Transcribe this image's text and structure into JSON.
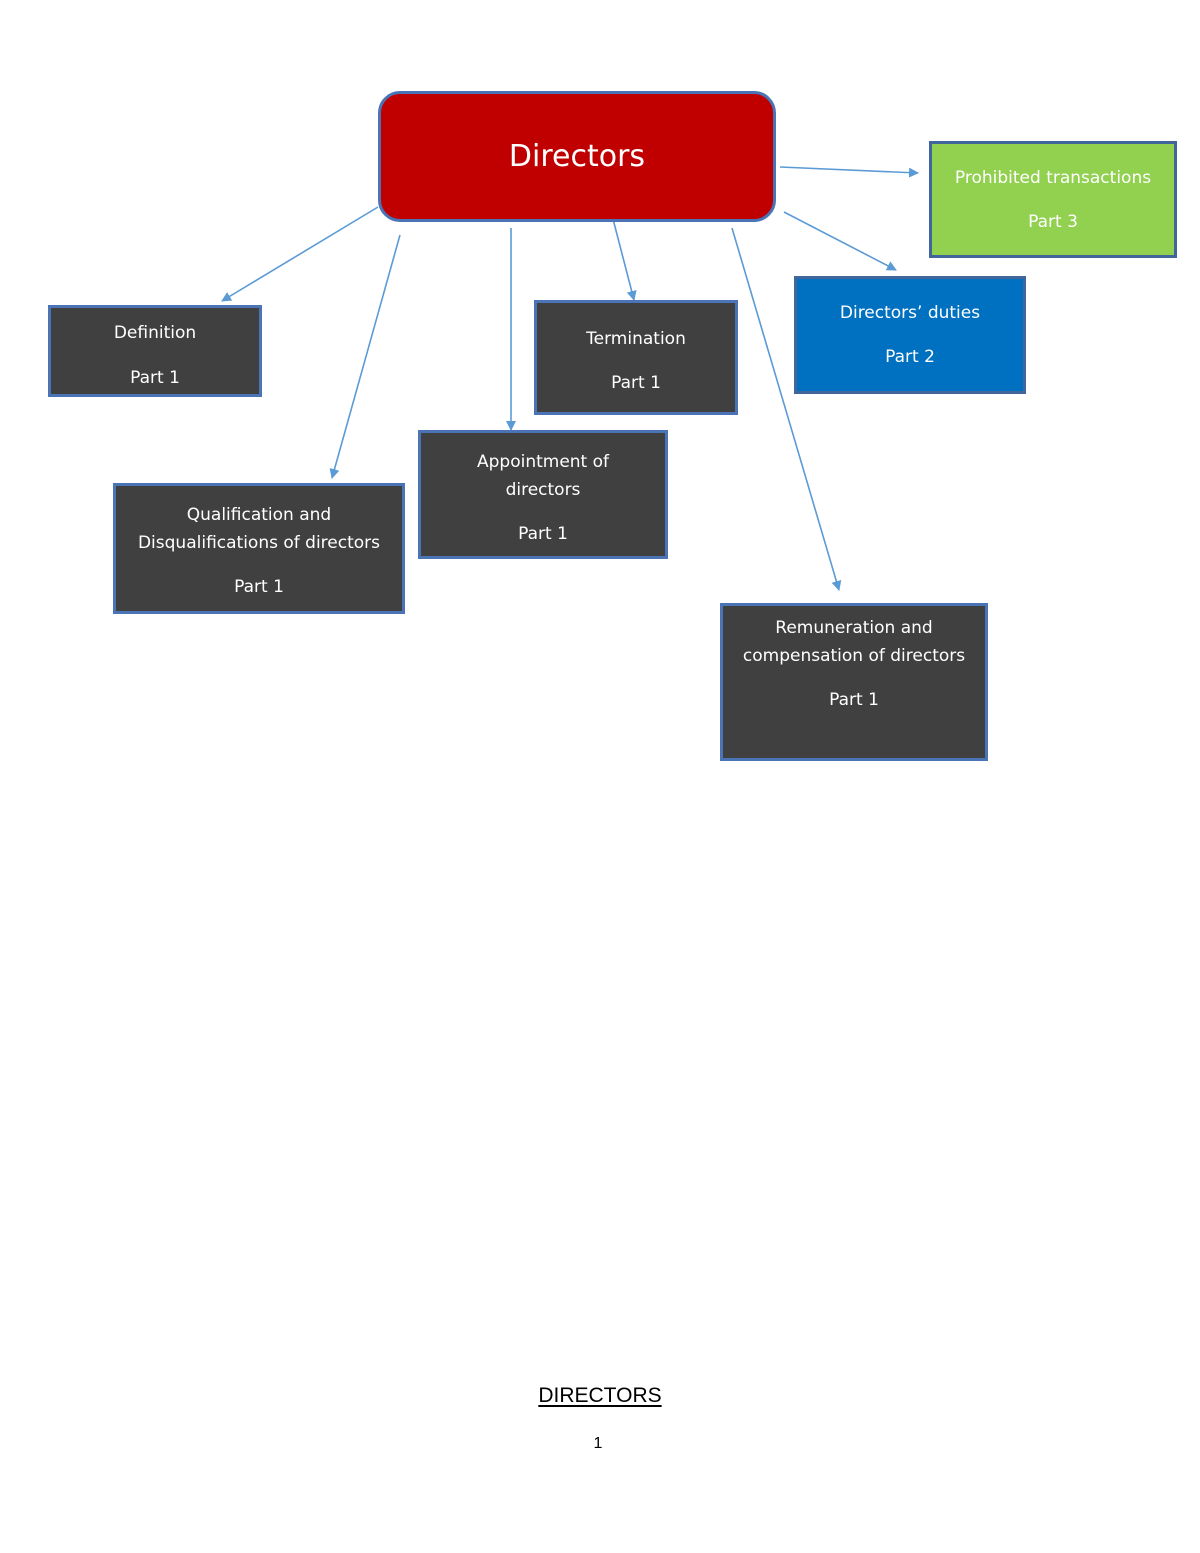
{
  "diagram": {
    "root": {
      "label": "Directors"
    },
    "nodes": {
      "prohibited": {
        "label": "Prohibited transactions",
        "part": "Part 3"
      },
      "duties": {
        "label": "Directors’ duties",
        "part": "Part 2"
      },
      "definition": {
        "label": "Definition",
        "part": "Part 1"
      },
      "termination": {
        "label": "Termination",
        "part": "Part 1"
      },
      "appointment": {
        "label_line1": "Appointment of",
        "label_line2": "directors",
        "part": "Part 1"
      },
      "qualification": {
        "label_line1": "Qualification and",
        "label_line2": "Disqualifications of directors",
        "part": "Part 1"
      },
      "remuneration": {
        "label_line1": "Remuneration and",
        "label_line2": "compensation of directors",
        "part": "Part 1"
      }
    },
    "edges": [
      {
        "from": "root",
        "to": "prohibited"
      },
      {
        "from": "root",
        "to": "duties"
      },
      {
        "from": "root",
        "to": "definition"
      },
      {
        "from": "root",
        "to": "qualification"
      },
      {
        "from": "root",
        "to": "appointment"
      },
      {
        "from": "root",
        "to": "termination"
      },
      {
        "from": "root",
        "to": "remuneration"
      }
    ],
    "colors": {
      "root_fill": "#c00000",
      "dark_fill": "#404040",
      "prohibited_fill": "#92d050",
      "duties_fill": "#0070c0",
      "border": "#4a74b5",
      "arrow": "#5b9bd5",
      "text": "#ffffff"
    }
  },
  "footer": {
    "title": "DIRECTORS",
    "page_number": "1"
  }
}
